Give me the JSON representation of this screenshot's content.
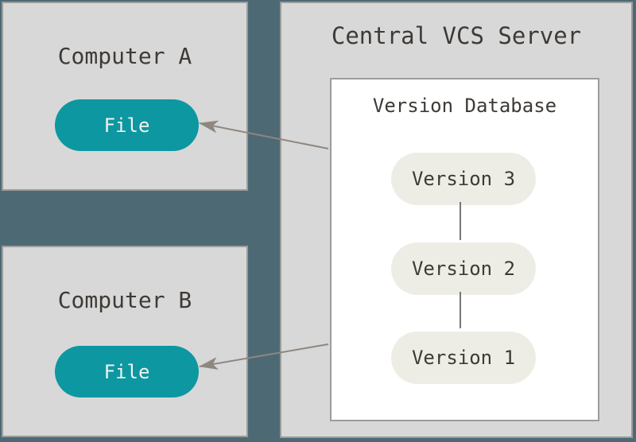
{
  "computer_a": {
    "title": "Computer A",
    "file_label": "File"
  },
  "computer_b": {
    "title": "Computer B",
    "file_label": "File"
  },
  "server": {
    "title": "Central VCS Server",
    "database": {
      "title": "Version Database",
      "versions": [
        "Version 3",
        "Version 2",
        "Version 1"
      ]
    }
  },
  "colors": {
    "background": "#4d6a74",
    "panel_fill": "#d8d8d8",
    "panel_border": "#9c9c9c",
    "db_fill": "#ffffff",
    "file_fill": "#0d97a1",
    "file_text": "#f2f1ef",
    "version_fill": "#eeede5",
    "text": "#3e3a36",
    "arrow": "#8e8780",
    "connector": "#767676"
  }
}
